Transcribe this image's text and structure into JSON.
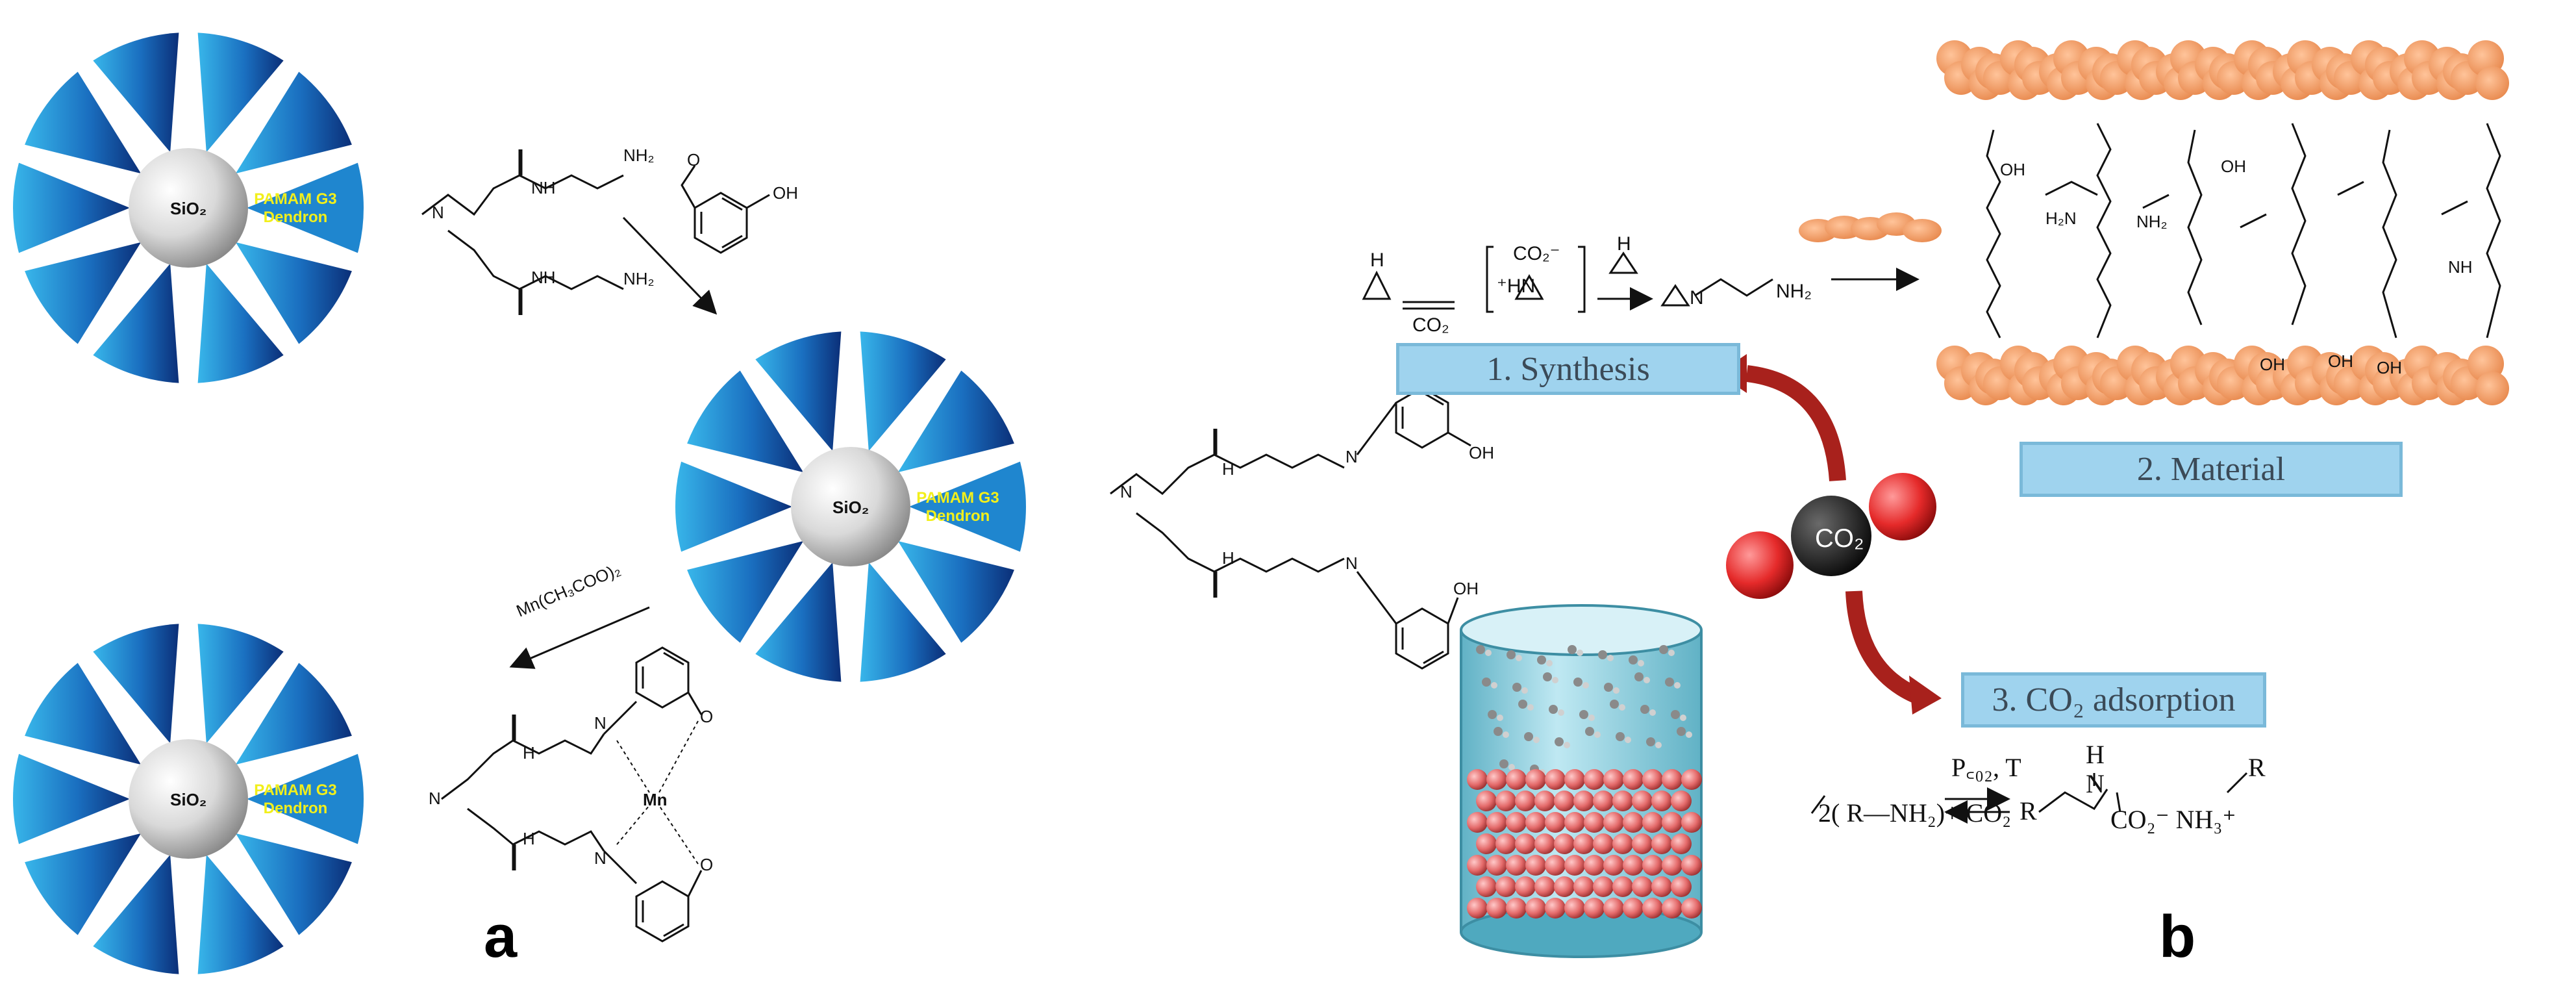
{
  "panel_a": {
    "letter": "a",
    "core_label": "SiO₂",
    "dendron_line1": "PAMAM G3",
    "dendron_line2": "Dendron",
    "reagent_mn": "Mn(CH₃COO)₂",
    "atoms": {
      "N": "N",
      "H": "H",
      "NH": "NH",
      "NH2": "NH₂",
      "OH": "OH",
      "O": "O",
      "Mn": "Mn"
    },
    "colors": {
      "cone_dark": "#0e3f8a",
      "cone_light": "#38b6ea",
      "dendron_text": "#f2ef1b"
    }
  },
  "panel_b": {
    "letter": "b",
    "step1": "1. Synthesis",
    "step2": "2. Material",
    "step3": "3. CO₂ adsorption",
    "molecule_label": "CO₂",
    "eq_conditions": "P꜀₀₂, T",
    "eq_left": "2( R—NH₂)+ CO₂",
    "eq_right_R": "R",
    "eq_right_H": "H",
    "eq_right_N": "N",
    "eq_right_ion": "CO₂⁻ NH₃⁺",
    "eq_right_R2": "R",
    "synthesis_co2_top": "CO₂⁻",
    "synthesis_co2_bottom": "CO₂",
    "synthesis_h": "H",
    "synthesis_hn": "⁺HN",
    "synthesis_n": "N",
    "synthesis_nh2": "NH₂",
    "material_labels": [
      "OH",
      "OH",
      "OH",
      "OH",
      "OH",
      "H₂N",
      "NH₂",
      "NH"
    ],
    "colors": {
      "silica": "#f0a06a",
      "arrow": "#a8211c",
      "box": "#9fd3ee"
    }
  }
}
